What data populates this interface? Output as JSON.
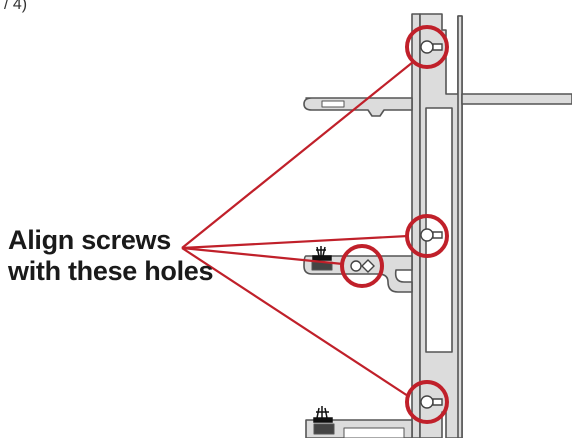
{
  "figure": {
    "caption_fragment": "/ 4)",
    "callout_lines": [
      "Align screws",
      "with these holes"
    ],
    "hole_count": 4
  },
  "colors": {
    "extrusion_fill": "#d9d9d9",
    "extrusion_stroke": "#555555",
    "highlight": "#c0202a",
    "text": "#1a1a1a"
  }
}
